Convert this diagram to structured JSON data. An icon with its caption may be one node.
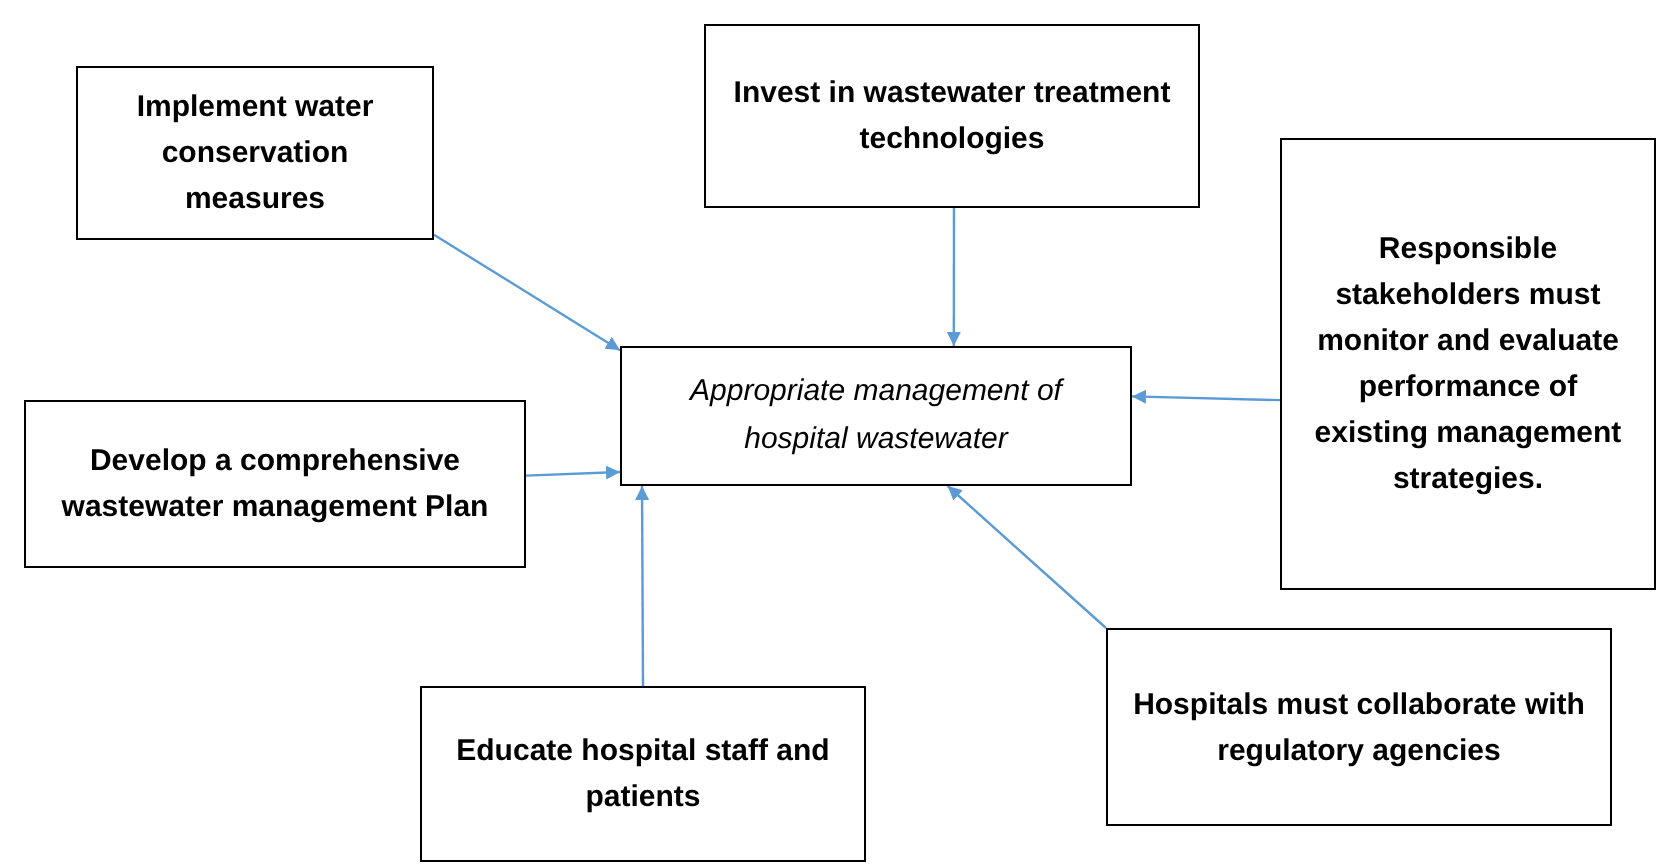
{
  "diagram": {
    "nodes": [
      {
        "text": [
          "Implement water conservation measures"
        ]
      },
      {
        "text": [
          "Invest in wastewater treatment technologies"
        ]
      },
      {
        "text": [
          "Responsible stakeholders must monitor and evaluate performance of existing management strategies."
        ]
      },
      {
        "text": [
          "Appropriate management of hospital wastewater"
        ]
      },
      {
        "text": [
          "Develop a comprehensive wastewater management Plan"
        ]
      },
      {
        "text": [
          "Educate hospital staff and patients"
        ]
      },
      {
        "text": [
          "Hospitals must collaborate with regulatory agencies"
        ]
      }
    ],
    "edges": [
      {
        "from": 0,
        "to": 3,
        "arrow": "to"
      },
      {
        "from": 1,
        "to": 3,
        "arrow": "to"
      },
      {
        "from": 2,
        "to": 3,
        "arrow": "to"
      },
      {
        "from": 4,
        "to": 3,
        "arrow": "to"
      },
      {
        "from": 5,
        "to": 3,
        "arrow": "to"
      },
      {
        "from": 6,
        "to": 3,
        "arrow": "to"
      }
    ]
  }
}
